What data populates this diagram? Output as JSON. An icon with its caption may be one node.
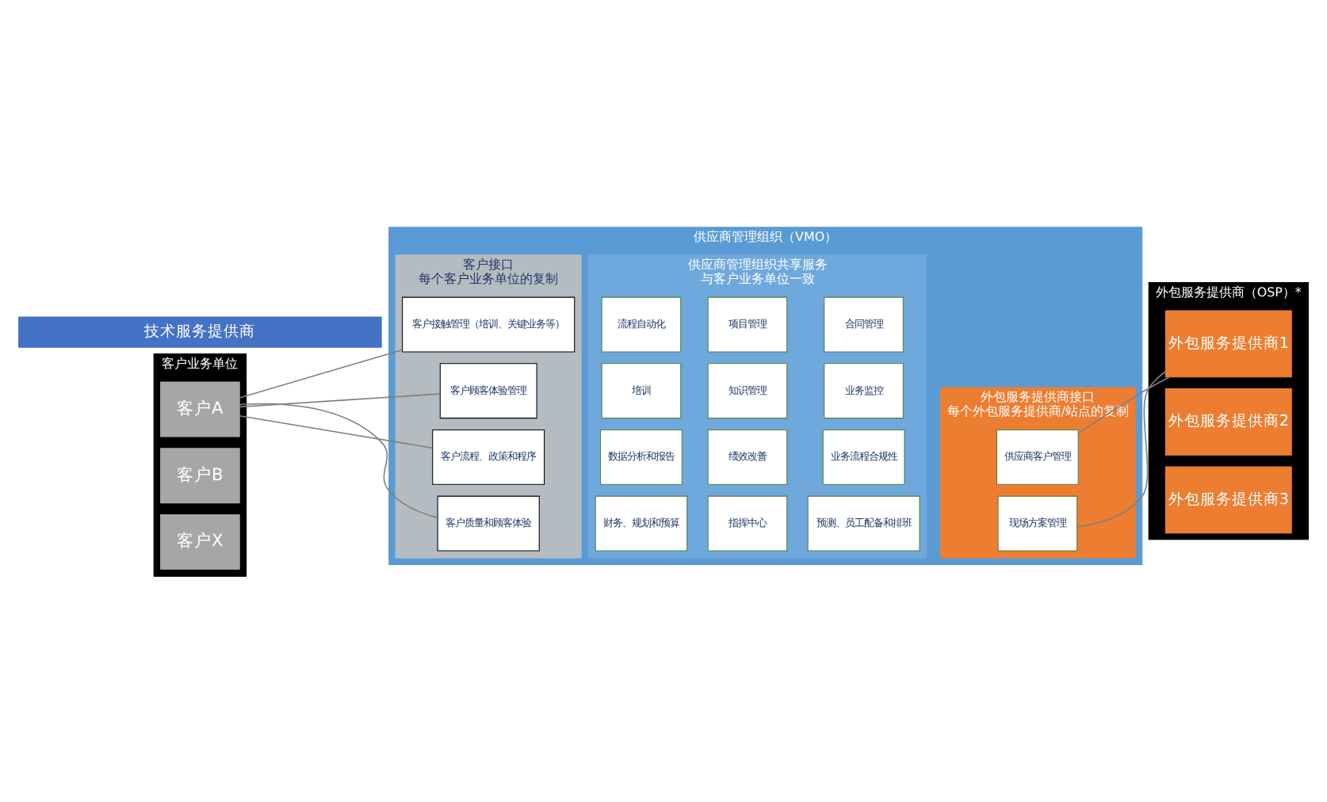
{
  "diagram": {
    "nodes": [
      {
        "text": [
          "客户业务单位"
        ]
      },
      {
        "text": [
          "客户A"
        ],
        "in": 0
      },
      {
        "text": [
          "客户B"
        ],
        "in": 0
      },
      {
        "text": [
          "客户X"
        ],
        "in": 0
      },
      {
        "text": [
          "供应商管理组织（VMO）"
        ]
      },
      {
        "text": [
          "客户接口",
          "每个客户业务单位的复制"
        ],
        "in": 4
      },
      {
        "text": [
          "客户接触管理（培训、关键业务等）"
        ],
        "in": 5
      },
      {
        "text": [
          "客户顾客体验管理"
        ],
        "in": 5
      },
      {
        "text": [
          "客户流程、政策和程序"
        ],
        "in": 5
      },
      {
        "text": [
          "客户质量和顾客体验"
        ],
        "in": 5
      },
      {
        "text": [
          "供应商管理组织共享服务",
          "与客户业务单位一致"
        ],
        "in": 4
      },
      {
        "text": [
          "财务、规划和预算"
        ],
        "in": 10
      },
      {
        "text": [
          "指挥中心"
        ],
        "in": 10
      },
      {
        "text": [
          "预测、员工配备和排班"
        ],
        "in": 10
      },
      {
        "text": [
          "数据分析和报告"
        ],
        "in": 10
      },
      {
        "text": [
          "绩效改善"
        ],
        "in": 10
      },
      {
        "text": [
          "业务流程合规性"
        ],
        "in": 10
      },
      {
        "text": [
          "培训"
        ],
        "in": 10
      },
      {
        "text": [
          "知识管理"
        ],
        "in": 10
      },
      {
        "text": [
          "业务监控"
        ],
        "in": 10
      },
      {
        "text": [
          "流程自动化"
        ],
        "in": 10
      },
      {
        "text": [
          "项目管理"
        ],
        "in": 10
      },
      {
        "text": [
          "合同管理"
        ],
        "in": 10
      },
      {
        "text": [
          "外包服务提供商接口",
          "每个外包服务提供商/站点的复制"
        ],
        "in": 4
      },
      {
        "text": [
          "供应商客户管理"
        ],
        "in": 23
      },
      {
        "text": [
          "现场方案管理"
        ],
        "in": 23
      },
      {
        "text": [
          "外包服务提供商（OSP）*"
        ]
      },
      {
        "text": [
          "外包服务提供商1"
        ],
        "in": 26
      },
      {
        "text": [
          "外包服务提供商2"
        ],
        "in": 26
      },
      {
        "text": [
          "外包服务提供商3"
        ],
        "in": 26
      },
      {
        "text": [
          "技术服务提供商"
        ]
      }
    ],
    "edges": [
      {
        "from": 1,
        "to": 6,
        "arrow": "none"
      },
      {
        "from": 1,
        "to": 7,
        "arrow": "none"
      },
      {
        "from": 1,
        "to": 8,
        "arrow": "none"
      },
      {
        "from": 1,
        "to": 9,
        "arrow": "none"
      },
      {
        "from": 27,
        "to": 24,
        "arrow": "none"
      },
      {
        "from": 27,
        "to": 25,
        "arrow": "none"
      }
    ]
  }
}
